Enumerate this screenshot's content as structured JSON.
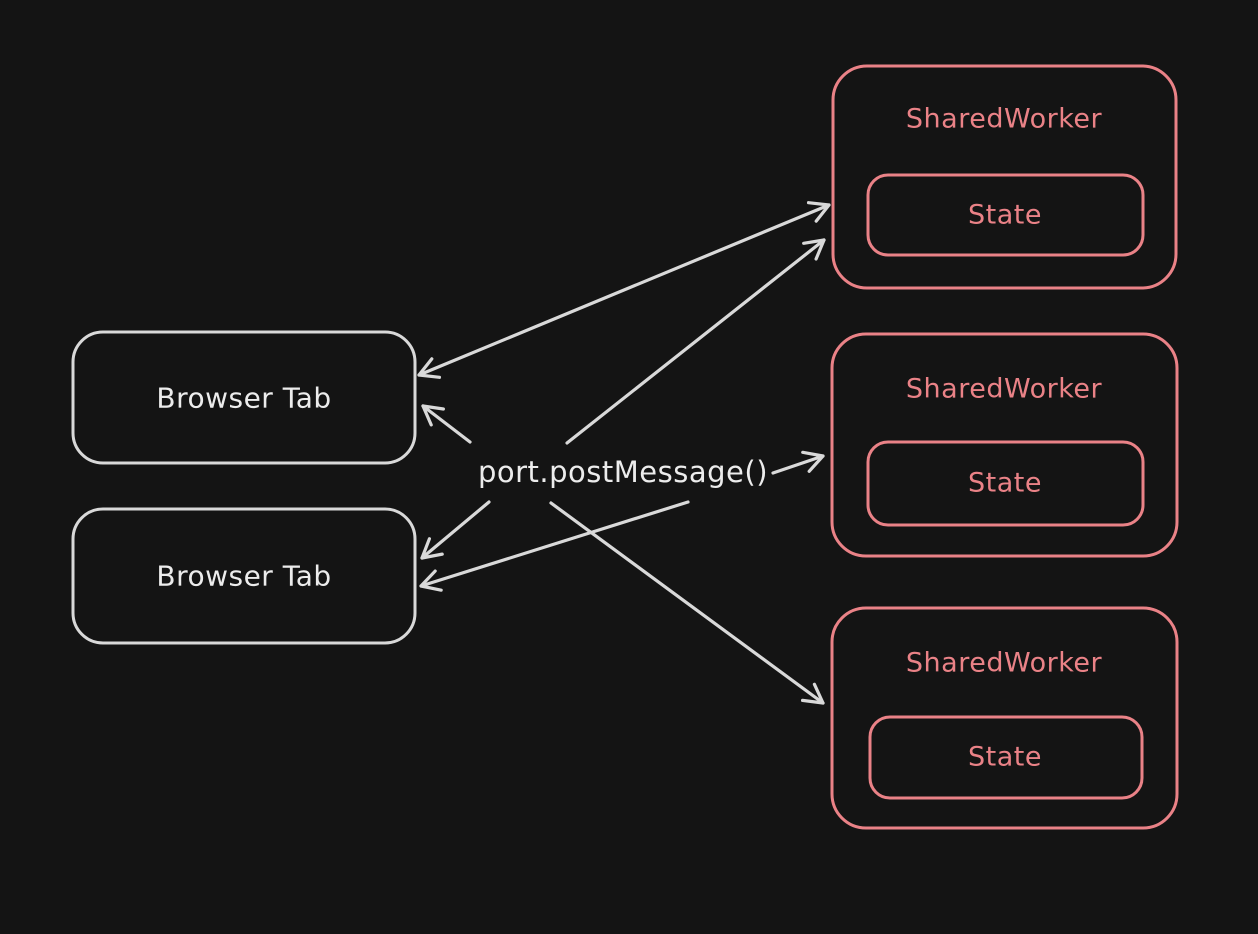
{
  "diagram": {
    "center_label": "port.postMessage()",
    "browser_tabs": [
      {
        "label": "Browser Tab"
      },
      {
        "label": "Browser Tab"
      }
    ],
    "shared_workers": [
      {
        "label": "SharedWorker",
        "state": "State"
      },
      {
        "label": "SharedWorker",
        "state": "State"
      },
      {
        "label": "SharedWorker",
        "state": "State"
      }
    ],
    "colors": {
      "background": "#141414",
      "light_stroke": "#d9d9d9",
      "light_text": "#ececec",
      "worker_accent": "#ea8287",
      "arrow": "#d9d9d9"
    }
  }
}
